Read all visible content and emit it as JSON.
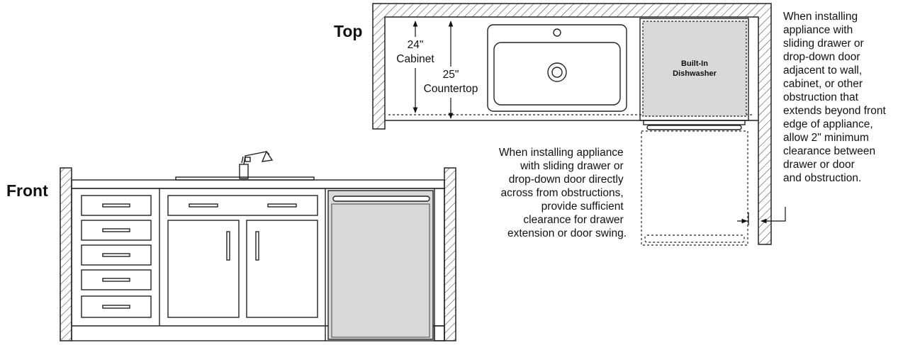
{
  "headings": {
    "top": "Top",
    "front": "Front"
  },
  "dimensions": {
    "cabinet": [
      "24\"",
      "Cabinet"
    ],
    "countertop": [
      "25\"",
      "Countertop"
    ]
  },
  "appliance_label": [
    "Built-In",
    "Dishwasher"
  ],
  "notes": {
    "right": [
      "When installing",
      "appliance with",
      "sliding drawer or",
      "drop-down door",
      "adjacent to wall,",
      "cabinet, or other",
      "obstruction that",
      "extends beyond front",
      "edge of appliance,",
      "allow 2\" minimum",
      "clearance between",
      "drawer or door",
      "and obstruction."
    ],
    "center": [
      "When installing appliance",
      "with sliding drawer or",
      "drop-down door directly",
      "across from obstructions,",
      "provide sufficient",
      "clearance for drawer",
      "extension or door swing."
    ]
  },
  "colors": {
    "line": "#222222",
    "appliance_fill": "#d9d9d9",
    "background": "#ffffff"
  }
}
